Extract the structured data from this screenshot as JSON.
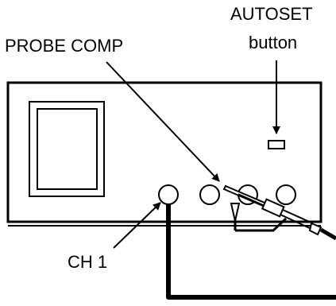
{
  "labels": {
    "autoset_line1": "AUTOSET",
    "autoset_line2": "button",
    "probe_comp": "PROBE COMP",
    "ch1": "CH 1"
  }
}
